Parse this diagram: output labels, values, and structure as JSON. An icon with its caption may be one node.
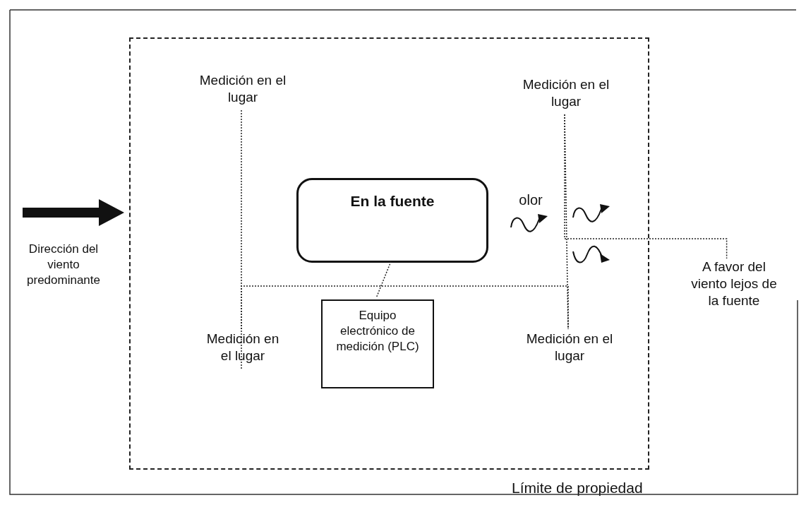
{
  "diagram": {
    "nodes": [
      {
        "text": [
          "Límite de propiedad"
        ]
      },
      {
        "text": [
          "Medición en el lugar"
        ],
        "in": 0
      },
      {
        "text": [
          "Medición en el lugar"
        ],
        "in": 0
      },
      {
        "text": [
          "En la fuente"
        ],
        "in": 0
      },
      {
        "text": [
          "Medición en el lugar"
        ],
        "in": 0
      },
      {
        "text": [
          "Equipo electrónico de medición (PLC)"
        ],
        "in": 0
      },
      {
        "text": [
          "Medición en el lugar"
        ],
        "in": 0
      },
      {
        "text": [
          "A favor del viento lejos de la fuente"
        ]
      }
    ],
    "edges": [
      {
        "from": 1,
        "to": 4,
        "arrow": "none",
        "style": "dashed"
      },
      {
        "from": 2,
        "to": 6,
        "arrow": "none",
        "style": "dashed"
      },
      {
        "from": 3,
        "to": 5,
        "arrow": "none",
        "style": "dashed"
      },
      {
        "from": 4,
        "to": 6,
        "arrow": "none",
        "style": "dashed"
      },
      {
        "from": 2,
        "to": 7,
        "arrow": "none",
        "style": "dashed"
      }
    ],
    "labels": [
      "Dirección del viento predominante",
      "olor"
    ]
  }
}
